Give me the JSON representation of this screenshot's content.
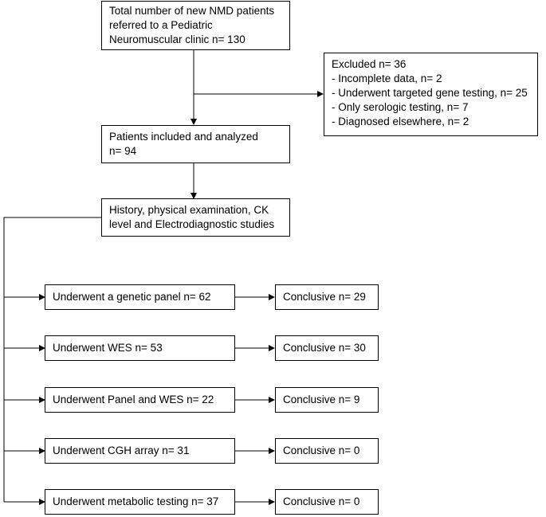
{
  "start": {
    "lines": [
      "Total number of new NMD patients",
      "referred to a Pediatric",
      "Neuromuscular clinic n= 130"
    ]
  },
  "excluded": {
    "lines": [
      "Excluded n= 36",
      "- Incomplete data, n= 2",
      "- Underwent targeted gene testing, n= 25",
      "- Only serologic testing, n= 7",
      "- Diagnosed elsewhere, n= 2"
    ]
  },
  "included": {
    "lines": [
      "Patients included and analyzed",
      "n= 94"
    ]
  },
  "evaluation": {
    "lines": [
      "History, physical examination, CK",
      "level and Electrodiagnostic studies"
    ]
  },
  "tests": [
    {
      "label": "Underwent a genetic panel n= 62",
      "result": "Conclusive n= 29"
    },
    {
      "label": "Underwent WES n= 53",
      "result": "Conclusive n= 30"
    },
    {
      "label": "Underwent Panel and WES n= 22",
      "result": "Conclusive n= 9"
    },
    {
      "label": "Underwent CGH array n= 31",
      "result": "Conclusive n= 0"
    },
    {
      "label": "Underwent metabolic testing n= 37",
      "result": "Conclusive n= 0"
    }
  ]
}
